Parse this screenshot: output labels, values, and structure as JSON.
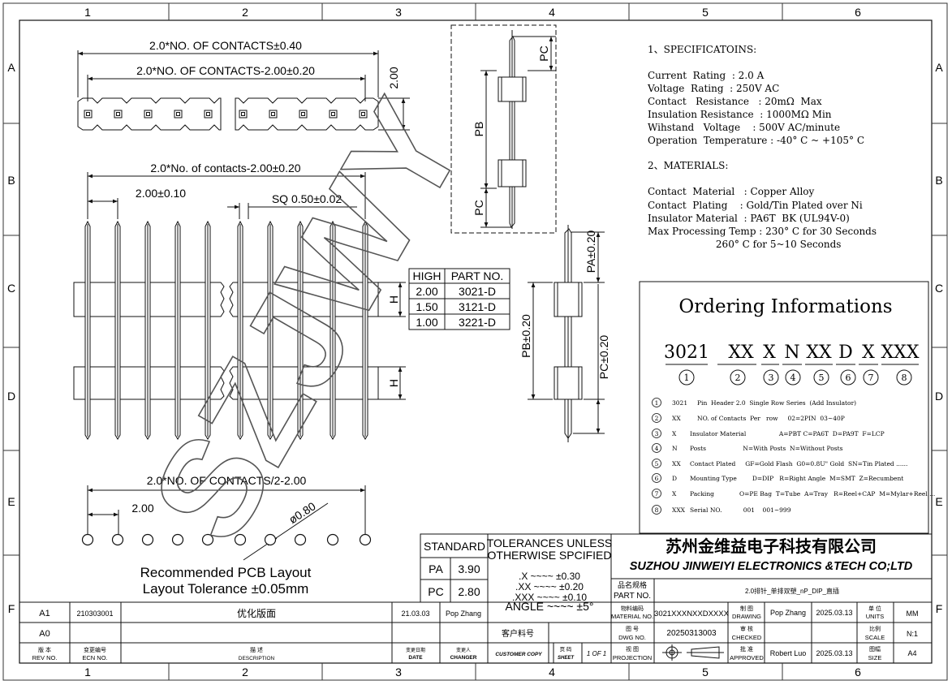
{
  "frame": {
    "top_cols": [
      "1",
      "2",
      "3",
      "4",
      "5",
      "6"
    ],
    "bottom_cols": [
      "1",
      "2",
      "3",
      "4",
      "5",
      "6"
    ],
    "left_rows": [
      "A",
      "B",
      "C",
      "D",
      "E",
      "F"
    ],
    "right_rows": [
      "A",
      "B",
      "C",
      "D",
      "E",
      "F"
    ]
  },
  "watermark": "SZJWY",
  "top_view": {
    "overall": "2.0*NO. OF CONTACTS±0.40",
    "inner": "2.0*NO. OF CONTACTS-2.00±0.20",
    "height": "2.00"
  },
  "front_view": {
    "overall": "2.0*No. of contacts-2.00±0.20",
    "pitch": "2.00±0.10",
    "sq": "SQ 0.50±0.02",
    "h1": "H",
    "h2": "H"
  },
  "high_table": {
    "headers": [
      "HIGH",
      "PART NO."
    ],
    "rows": [
      [
        "2.00",
        "3021-D"
      ],
      [
        "1.50",
        "3121-D"
      ],
      [
        "1.00",
        "3221-D"
      ]
    ]
  },
  "side_box": {
    "pc_top": "PC",
    "pb": "PB",
    "pc_bottom": "PC"
  },
  "side_view": {
    "pa": "PA±0.20",
    "pb": "PB±0.20",
    "pc": "PC±0.20"
  },
  "pcb": {
    "dim": "2.0*NO. OF CONTACTS/2-2.00",
    "pitch": "2.00",
    "hole": "ø0.80",
    "caption1": "Recommended PCB Layout",
    "caption2": "Layout Tolerance ±0.05mm"
  },
  "specs": {
    "heading": "1、SPECIFICATOINS:",
    "lines": [
      "Current  Rating  : 2.0 A",
      "Voltage  Rating  : 250V AC",
      "Contact   Resistance   : 20mΩ  Max",
      "Insulation Resistance  : 1000MΩ Min",
      "Wihstand   Voltage    : 500V AC/minute",
      "Operation  Temperature : -40° C ~ +105° C"
    ],
    "mat_heading": "2、MATERIALS:",
    "mat_lines": [
      "Contact  Material   : Copper Alloy",
      "Contact  Plating    : Gold/Tin Plated over Ni",
      "Insulator Material  : PA6T  BK (UL94V-0)",
      "Max Processing Temp : 230° C for 30 Seconds",
      "                      260° C for 5~10 Seconds"
    ]
  },
  "ordering": {
    "title": "Ordering Informations",
    "code": [
      "3021",
      "XX",
      "X",
      "N",
      "XX",
      "D",
      "X",
      "XXX"
    ],
    "nums": [
      "1",
      "2",
      "3",
      "4",
      "5",
      "6",
      "7",
      "8"
    ],
    "items": [
      {
        "n": "1",
        "code": "3021",
        "desc": "Pin  Header 2.0  Single Row Series  (Add Insulator)"
      },
      {
        "n": "2",
        "code": "XX",
        "desc": "NO. of Contacts  Per   row     02=2PIN  03~40P"
      },
      {
        "n": "3",
        "code": "X",
        "desc": "Insulator Material                 A=PBT C=PA6T  D=PA9T  F=LCP"
      },
      {
        "n": "4",
        "code": "N",
        "desc": "Posts                   N=With Posts  N=Without Posts"
      },
      {
        "n": "5",
        "code": "XX",
        "desc": "Contact Plated     GF=Gold Flash  G0=0.8U\" Gold  SN=Tin Plated ......"
      },
      {
        "n": "6",
        "code": "D",
        "desc": "Mounting Type        D=DIP   R=Right Angle  M=SMT  Z=Recumbent"
      },
      {
        "n": "7",
        "code": "X",
        "desc": "Packing             O=PE Bag  T=Tube  A=Tray   R=Reel+CAP  M=Mylar+Reel ..."
      },
      {
        "n": "8",
        "code": "XXX",
        "desc": "Serial NO.           001    001~999"
      }
    ]
  },
  "title_block": {
    "standard": "STANDARD",
    "pa_label": "PA",
    "pa_val": "3.90",
    "pc_label": "PC",
    "pc_val": "2.80",
    "tol_head1": "TOLERANCES UNLESS",
    "tol_head2": "OTHERWISE SPCIFIED",
    "tol1": ".X  ~~~~  ±0.30",
    "tol2": ".XX  ~~~~  ±0.20",
    "tol3": ".XXX  ~~~~  ±0.10",
    "tol4": "ANGLE  ~~~~  ±5°",
    "company_cn": "苏州金维益电子科技有限公司",
    "company_en": "SUZHOU JINWEIYI ELECTRONICS &TECH CO;LTD",
    "part_label_cn": "品名规格",
    "part_label": "PART NO.",
    "part_desc": "2.0排针_单排双塑_nP_DIP_直插",
    "material_cn": "物料编码",
    "material": "MATERIAL NO.",
    "material_val": "3021XXXNXXDXXXX",
    "drawing_cn": "制 图",
    "drawing": "DRAWING",
    "drawer": "Pop Zhang",
    "draw_date": "2025.03.13",
    "units_cn": "单 位",
    "units": "UNITS",
    "units_val": "MM",
    "dwg_cn": "图 号",
    "dwg": "DWG NO.",
    "dwg_val": "20250313003",
    "checked_cn": "审 核",
    "checked": "CHECKED",
    "scale_cn": "比例",
    "scale": "SCALE",
    "scale_val": "N:1",
    "cust_cn": "客户料号",
    "proj_cn": "视 图",
    "proj": "PROJECTION",
    "approved_cn": "批 准",
    "approved": "APPROVED",
    "approver": "Robert Luo",
    "appr_date": "2025.03.13",
    "size_cn": "图幅",
    "size": "SIZE",
    "size_val": "A4",
    "customer_copy": "CUSTOMER COPY",
    "sheet_cn": "页 码",
    "sheet": "SHEET",
    "sheet_val": "1 OF 1"
  },
  "revisions": {
    "rows": [
      {
        "rev": "A1",
        "ecn": "210303001",
        "desc": "优化版面",
        "date": "21.03.03",
        "changer": "Pop Zhang"
      },
      {
        "rev": "A0",
        "ecn": "",
        "desc": "",
        "date": "",
        "changer": ""
      }
    ],
    "h_rev_cn": "版 本",
    "h_rev": "REV NO.",
    "h_ecn_cn": "变更编号",
    "h_ecn": "ECN  NO.",
    "h_desc_cn": "描 述",
    "h_desc": "DESCRIPTION",
    "h_date_cn": "变更日期",
    "h_date": "DATE",
    "h_chg_cn": "变更人",
    "h_chg": "CHANGER"
  }
}
